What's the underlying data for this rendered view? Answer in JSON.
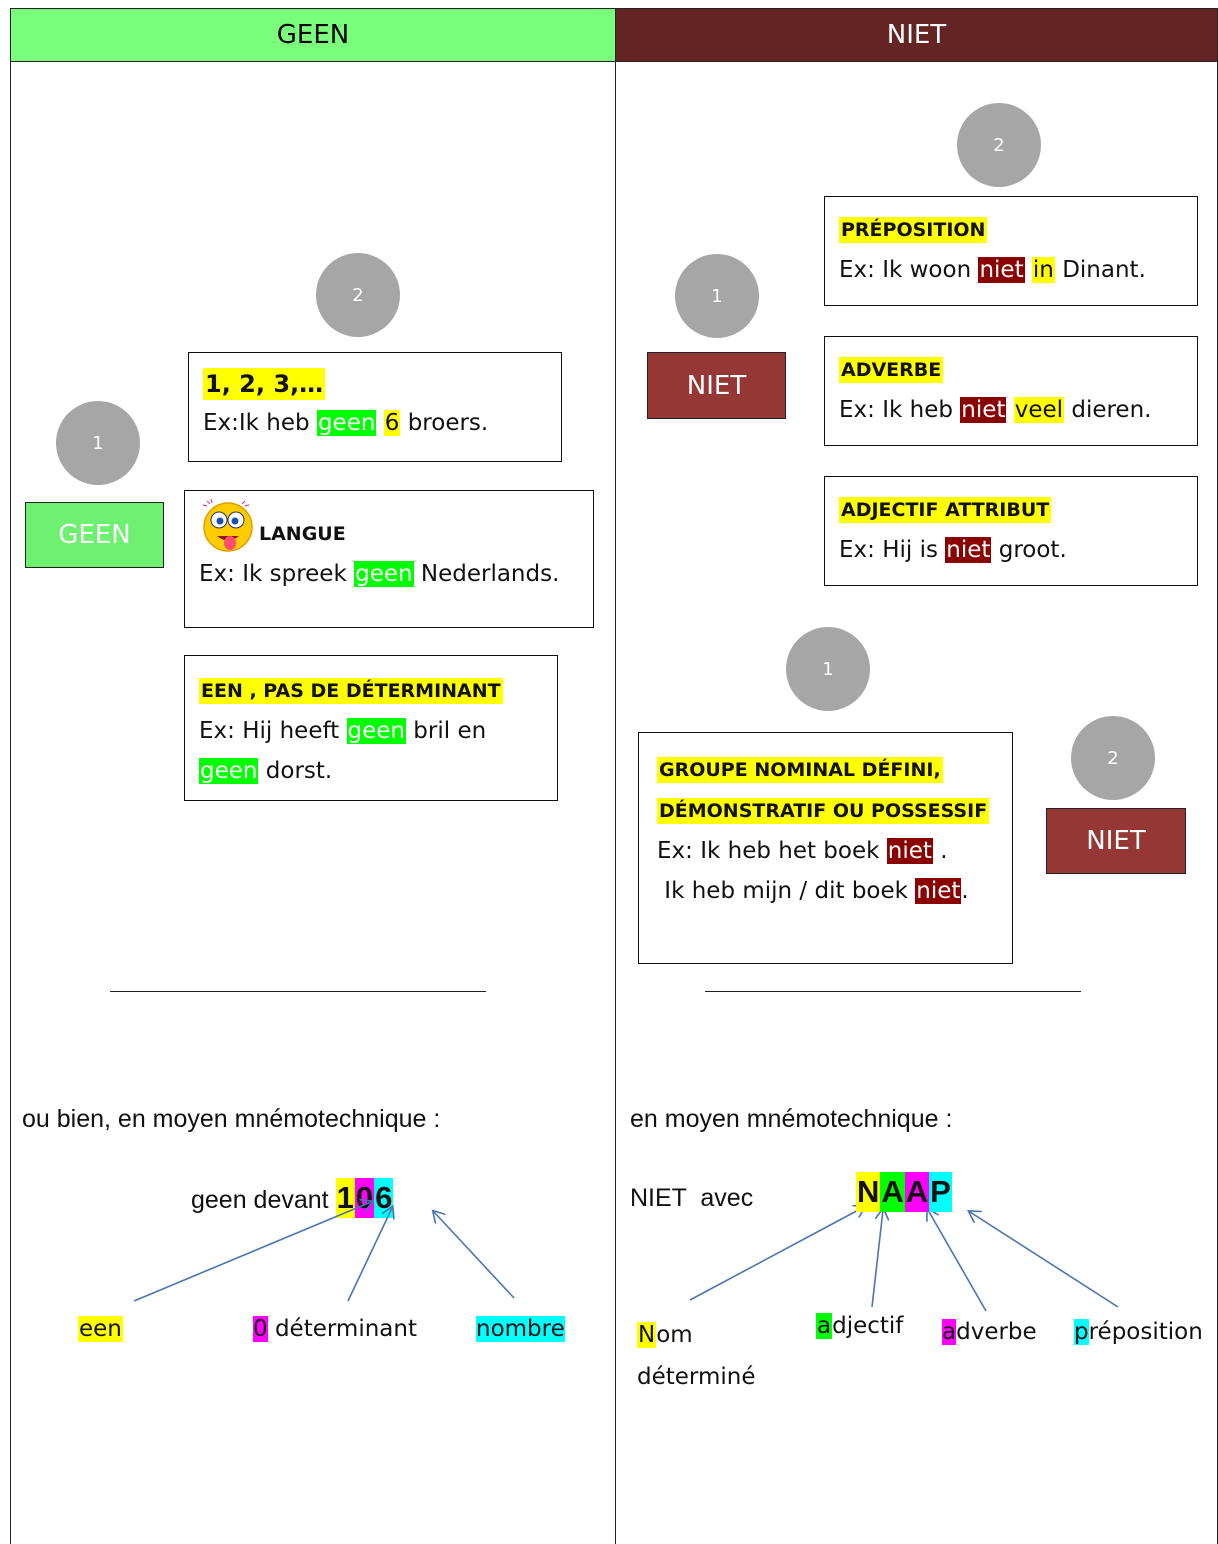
{
  "headers": {
    "left": "GEEN",
    "right": "NIET"
  },
  "geen": {
    "circle_1": "1",
    "circle_2": "2",
    "button": "GEEN",
    "box_numbers": {
      "title": "1, 2, 3,…",
      "ex_prefix": "Ex:Ik heb ",
      "neg": "geen",
      "num": "6",
      "rest": " broers."
    },
    "box_language": {
      "title": "LANGUE",
      "ex_prefix": "Ex: Ik spreek ",
      "neg": "geen",
      "rest": " Nederlands."
    },
    "box_een": {
      "title": "EEN , PAS DE DÉTERMINANT",
      "ex_prefix": "Ex: Hij heeft ",
      "neg1": "geen",
      "mid": " bril en",
      "neg2": "geen",
      "rest": " dorst."
    },
    "mnemonic_intro": "ou bien, en moyen mnémotechnique :",
    "mnemonic_prefix": "geen devant ",
    "mnemonic_letters": [
      "1",
      "0",
      "6"
    ],
    "labels": {
      "een": "een",
      "zero_mark": "0",
      "zero_rest": " déterminant",
      "nombre": "nombre"
    }
  },
  "niet": {
    "circle_1_top": "1",
    "circle_2_top": "2",
    "circle_1_bottom": "1",
    "circle_2_bottom": "2",
    "button_top": "NIET",
    "button_bottom": "NIET",
    "box_preposition": {
      "title": "PRÉPOSITION",
      "ex_prefix": "Ex: Ik woon ",
      "neg": "niet",
      "word": "in",
      "rest": " Dinant."
    },
    "box_adverbe": {
      "title": "ADVERBE",
      "ex_prefix": "Ex: Ik heb ",
      "neg": "niet",
      "word": "veel",
      "rest": "  dieren."
    },
    "box_adjectif": {
      "title": "ADJECTIF ATTRIBUT",
      "ex_prefix": "Ex: Hij is ",
      "neg": "niet",
      "rest": " groot."
    },
    "box_groupe": {
      "title_1": "GROUPE NOMINAL DÉFINI,",
      "title_2": "DÉMONSTRATIF OU POSSESSIF",
      "ex1_prefix": "Ex: Ik heb het boek ",
      "neg1": "niet",
      "ex1_rest": " .",
      "ex2_prefix": " Ik heb mijn / dit boek ",
      "neg2": "niet",
      "ex2_rest": "."
    },
    "mnemonic_intro": "en moyen mnémotechnique :",
    "mnemonic_prefix": "NIET  avec",
    "mnemonic_letters": [
      "N",
      "A",
      "A",
      "P"
    ],
    "labels": {
      "nom_mark": "N",
      "nom_rest": "om",
      "nom_line2": "déterminé",
      "adj_mark": "a",
      "adj_rest": "djectif",
      "adv_mark": "a",
      "adv_rest": "dverbe",
      "prep_mark": "p",
      "prep_rest": "réposition"
    }
  }
}
